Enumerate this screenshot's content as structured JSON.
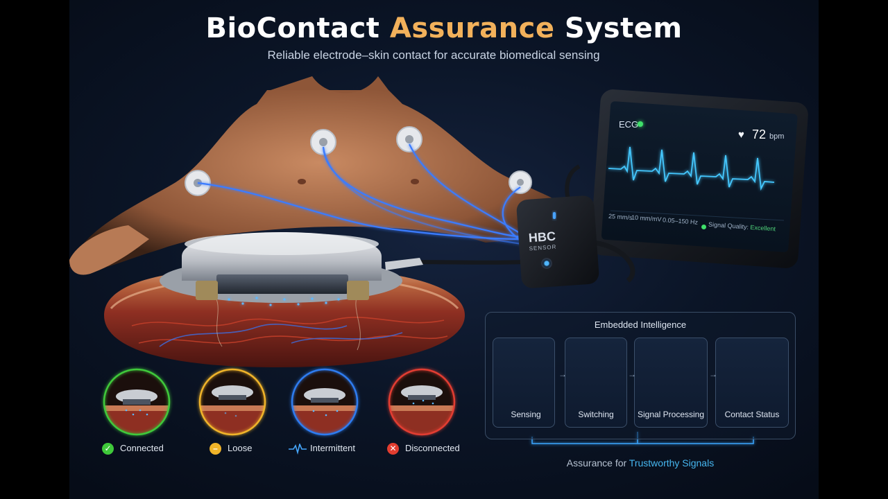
{
  "header": {
    "title_main": "BioContact",
    "title_accent": "Assurance",
    "title_end": "System",
    "subtitle": "Reliable electrode–skin contact for accurate biomedical sensing"
  },
  "monitor": {
    "channel": "ECG",
    "heart_rate": "72",
    "heart_rate_unit": "bpm",
    "sweep_speed": "25 mm/s",
    "gain": "10 mm/mV",
    "bandwidth": "0.05–150 Hz",
    "quality_label": "Signal Quality:",
    "quality_value": "Excellent"
  },
  "sensor": {
    "brand": "HBC",
    "label": "SENSOR"
  },
  "pipeline": {
    "title": "Embedded Intelligence",
    "steps": [
      {
        "label": "Sensing",
        "icon": "electrode-layer-icon"
      },
      {
        "label": "Switching",
        "icon": "switch-network-icon"
      },
      {
        "label": "Signal Processing",
        "icon": "processor-chip-icon"
      },
      {
        "label": "Contact Status",
        "icon": "status-ring-check-icon"
      }
    ],
    "footer_text": "Assurance for",
    "footer_highlight": "Trustworthy Signals"
  },
  "contact_states": [
    {
      "label": "Connected",
      "color": "#3fc93a",
      "icon": "check-icon"
    },
    {
      "label": "Loose",
      "color": "#f0b429",
      "icon": "minus-icon"
    },
    {
      "label": "Intermittent",
      "color": "#2f7cf0",
      "icon": "pulse-icon"
    },
    {
      "label": "Disconnected",
      "color": "#e23d30",
      "icon": "x-icon"
    }
  ],
  "colors": {
    "accent": "#f2b15b",
    "lead_glow": "#3a7bff",
    "trace": "#44c8ff",
    "highlight": "#46b7f0"
  }
}
